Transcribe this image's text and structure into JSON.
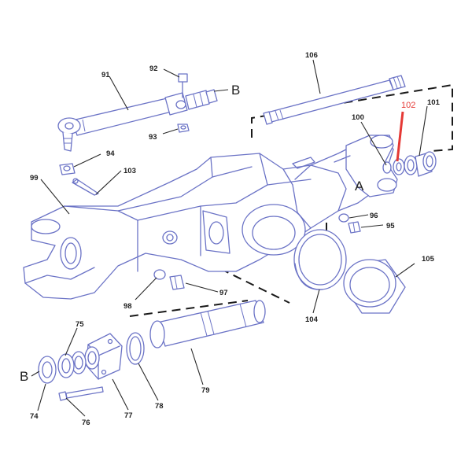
{
  "diagram": {
    "highlight_color": "#e53935",
    "line_color": "#6b73c6",
    "callouts": {
      "c74": "74",
      "c75": "75",
      "c76": "76",
      "c77": "77",
      "c78": "78",
      "c79": "79",
      "c91": "91",
      "c92": "92",
      "c93": "93",
      "c94": "94",
      "c95": "95",
      "c96": "96",
      "c97": "97",
      "c98": "98",
      "c99": "99",
      "c100": "100",
      "c101": "101",
      "c102": "102",
      "c103": "103",
      "c104": "104",
      "c105": "105",
      "c106": "106"
    },
    "reference_letters": {
      "a": "A",
      "b_top": "B",
      "b_left": "B"
    }
  }
}
